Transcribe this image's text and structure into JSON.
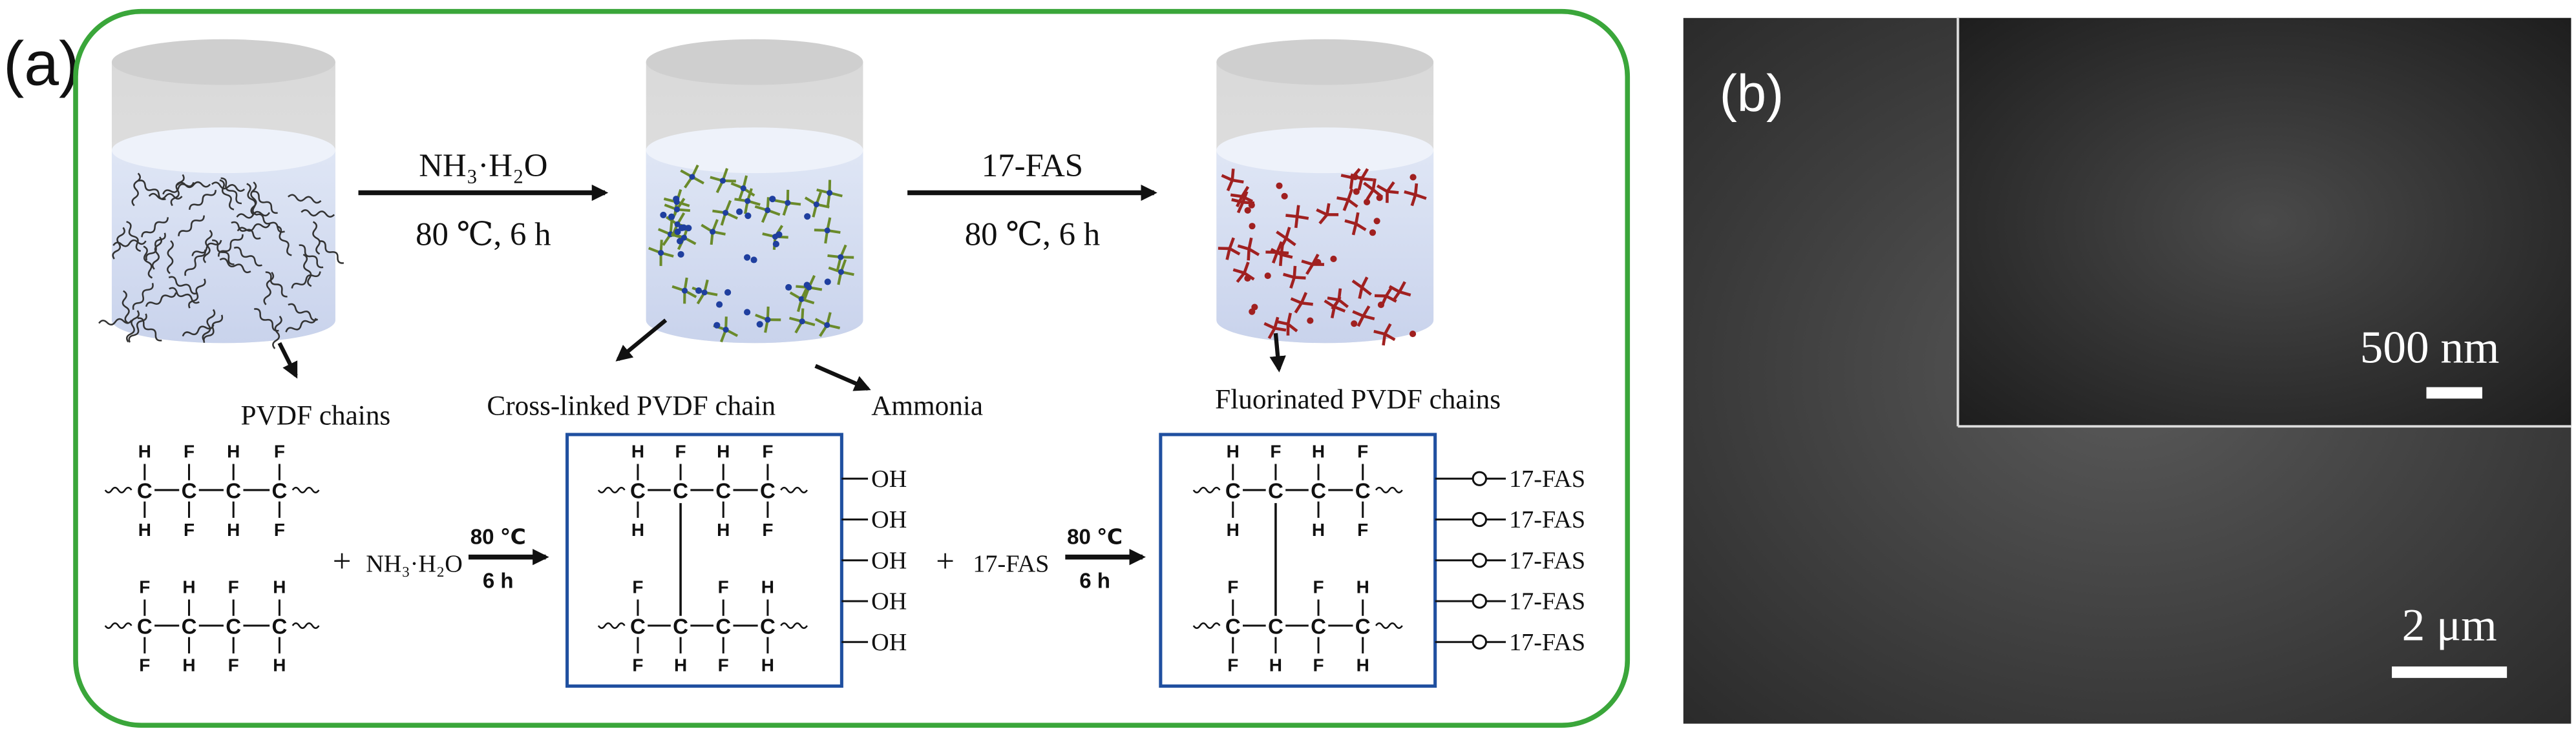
{
  "panel_a": {
    "label": "(a)",
    "step1": {
      "reagent": "NH₃·H₂O",
      "conditions": "80 ℃, 6 h"
    },
    "step2": {
      "reagent": "17-FAS",
      "conditions": "80 ℃, 6 h"
    },
    "beaker_labels": {
      "pvdf": "PVDF chains",
      "crosslinked": "Cross-linked PVDF chain",
      "ammonia": "Ammonia",
      "fluorinated": "Fluorinated PVDF chains"
    },
    "scheme": {
      "plus": "+",
      "reagent1": "NH₃·H₂O",
      "reagent2": "17-FAS",
      "temp": "80 ℃",
      "time": "6 h",
      "atom_h": "H",
      "atom_f": "F",
      "atom_c": "C",
      "hydroxyl": "OH",
      "fas": "17-FAS"
    }
  },
  "panel_b": {
    "label": "(b)",
    "scale_inset": "500 nm",
    "scale_main": "2 μm"
  },
  "colors": {
    "outline_green": "#3aa63a",
    "box_blue": "#2050a0",
    "liquid": "#d6def0",
    "chain_pvdf": "#333333",
    "chain_crosslinked": "#6a8a2a",
    "dot_ammonia": "#1f3f9f",
    "chain_fluorinated": "#a02020"
  }
}
